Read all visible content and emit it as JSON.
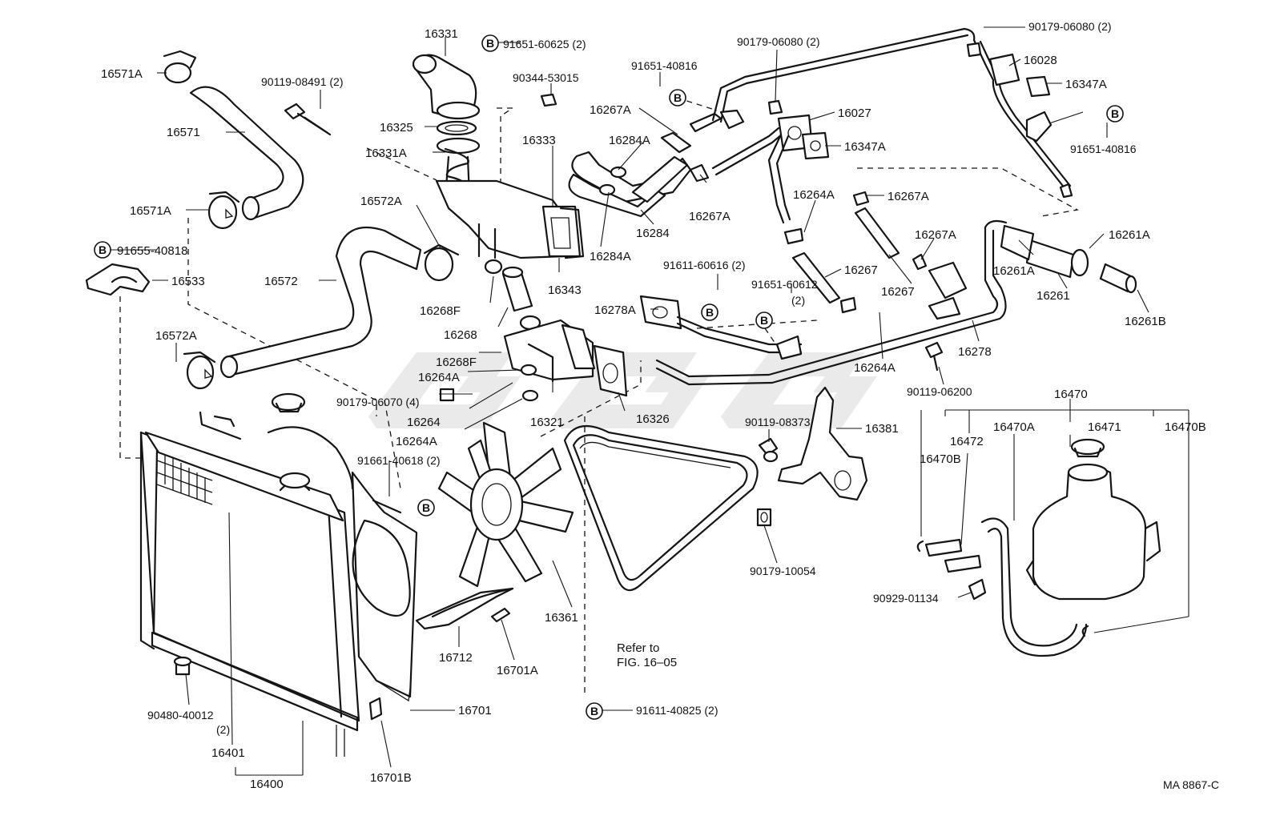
{
  "diagram": {
    "figure_code": "MA 8867-C",
    "parts": [
      {
        "id": "16331",
        "label": "16331"
      },
      {
        "id": "16571A-top",
        "label": "16571A"
      },
      {
        "id": "16571",
        "label": "16571"
      },
      {
        "id": "16571A-mid",
        "label": "16571A"
      },
      {
        "id": "91655-40818",
        "label": "91655-40818"
      },
      {
        "id": "16533",
        "label": "16533"
      },
      {
        "id": "16572",
        "label": "16572"
      },
      {
        "id": "16572A-top",
        "label": "16572A"
      },
      {
        "id": "16572A-bot",
        "label": "16572A"
      },
      {
        "id": "90119-08491",
        "label": "90119-08491 (2)"
      },
      {
        "id": "91651-60625",
        "label": "91651-60625 (2)"
      },
      {
        "id": "90344-53015",
        "label": "90344-53015"
      },
      {
        "id": "16325",
        "label": "16325"
      },
      {
        "id": "16331A",
        "label": "16331A"
      },
      {
        "id": "16333",
        "label": "16333"
      },
      {
        "id": "16343",
        "label": "16343"
      },
      {
        "id": "16268F-a",
        "label": "16268F"
      },
      {
        "id": "16268",
        "label": "16268"
      },
      {
        "id": "16268F-b",
        "label": "16268F"
      },
      {
        "id": "16264A-a",
        "label": "16264A"
      },
      {
        "id": "90179-06070",
        "label": "90179-06070 (4)"
      },
      {
        "id": "16264",
        "label": "16264"
      },
      {
        "id": "16321",
        "label": "16321"
      },
      {
        "id": "16264A-b",
        "label": "16264A"
      },
      {
        "id": "91661-40618",
        "label": "91661-40618 (2)"
      },
      {
        "id": "16326",
        "label": "16326"
      },
      {
        "id": "91651-40816-a",
        "label": "91651-40816"
      },
      {
        "id": "16267A-a",
        "label": "16267A"
      },
      {
        "id": "16284A-a",
        "label": "16284A"
      },
      {
        "id": "16284",
        "label": "16284"
      },
      {
        "id": "16284A-b",
        "label": "16284A"
      },
      {
        "id": "16267A-b",
        "label": "16267A"
      },
      {
        "id": "90179-06080-a",
        "label": "90179-06080 (2)"
      },
      {
        "id": "16027",
        "label": "16027"
      },
      {
        "id": "16347A-a",
        "label": "16347A"
      },
      {
        "id": "90179-06080-b",
        "label": "90179-06080 (2)"
      },
      {
        "id": "16028",
        "label": "16028"
      },
      {
        "id": "16347A-b",
        "label": "16347A"
      },
      {
        "id": "91651-40816-b",
        "label": "91651-40816"
      },
      {
        "id": "16264A-c",
        "label": "16264A"
      },
      {
        "id": "16267A-c",
        "label": "16267A"
      },
      {
        "id": "16267A-d",
        "label": "16267A"
      },
      {
        "id": "16267-a",
        "label": "16267"
      },
      {
        "id": "16267-b",
        "label": "16267"
      },
      {
        "id": "16261A-a",
        "label": "16261A"
      },
      {
        "id": "16261A-b",
        "label": "16261A"
      },
      {
        "id": "16261",
        "label": "16261"
      },
      {
        "id": "16261B",
        "label": "16261B"
      },
      {
        "id": "91611-60616",
        "label": "91611-60616 (2)"
      },
      {
        "id": "91651-60612",
        "label": "91651-60612"
      },
      {
        "id": "91651-60612-qty",
        "label": "(2)"
      },
      {
        "id": "16278A",
        "label": "16278A"
      },
      {
        "id": "16278",
        "label": "16278"
      },
      {
        "id": "16264A-d",
        "label": "16264A"
      },
      {
        "id": "90119-06200",
        "label": "90119-06200"
      },
      {
        "id": "90119-08373",
        "label": "90119-08373"
      },
      {
        "id": "16381",
        "label": "16381"
      },
      {
        "id": "90179-10054",
        "label": "90179-10054"
      },
      {
        "id": "16470",
        "label": "16470"
      },
      {
        "id": "16470B-a",
        "label": "16470B"
      },
      {
        "id": "16472",
        "label": "16472"
      },
      {
        "id": "16470A",
        "label": "16470A"
      },
      {
        "id": "16471",
        "label": "16471"
      },
      {
        "id": "16470B-b",
        "label": "16470B"
      },
      {
        "id": "90929-01134",
        "label": "90929-01134"
      },
      {
        "id": "16361",
        "label": "16361"
      },
      {
        "id": "16712",
        "label": "16712"
      },
      {
        "id": "16701A",
        "label": "16701A"
      },
      {
        "id": "16701",
        "label": "16701"
      },
      {
        "id": "16701B",
        "label": "16701B"
      },
      {
        "id": "90480-40012",
        "label": "90480-40012"
      },
      {
        "id": "90480-40012-qty",
        "label": "(2)"
      },
      {
        "id": "16401",
        "label": "16401"
      },
      {
        "id": "16400",
        "label": "16400"
      },
      {
        "id": "91611-40825",
        "label": "91611-40825 (2)"
      },
      {
        "id": "refer-1",
        "label": "Refer to"
      },
      {
        "id": "refer-2",
        "label": "FIG. 16–05"
      }
    ],
    "b_marker": "B"
  }
}
